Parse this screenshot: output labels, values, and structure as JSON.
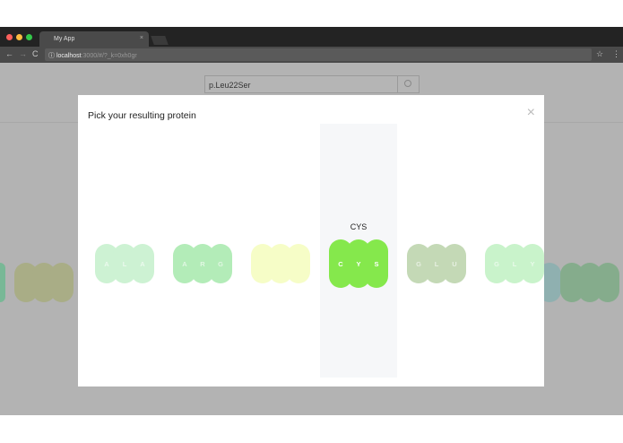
{
  "browser": {
    "tab_title": "My App",
    "tab_close": "×",
    "url_host": "localhost",
    "url_rest": ":3000/#/?_k=0xh0gr",
    "back": "←",
    "forward": "→",
    "reload": "C",
    "info": "ⓘ",
    "star": "☆",
    "menu": "⋮"
  },
  "search": {
    "value": "p.Leu22Ser",
    "icon": "search-icon"
  },
  "modal": {
    "title": "Pick your resulting protein",
    "close": "×",
    "selected_label": "CYS"
  },
  "options": [
    {
      "letters": [
        "A",
        "L",
        "A"
      ],
      "color": "#cdf2d3"
    },
    {
      "letters": [
        "A",
        "R",
        "G"
      ],
      "color": "#b3ecb8"
    },
    {
      "letters": [
        "",
        "",
        ""
      ],
      "color": "#f6fdc7"
    },
    {
      "letters": [
        "C",
        "Y",
        "S"
      ],
      "color": "#85e84c",
      "selected": true
    },
    {
      "letters": [
        "G",
        "L",
        "U"
      ],
      "color": "#c4d9b6"
    },
    {
      "letters": [
        "G",
        "L",
        "Y"
      ],
      "color": "#c9f3cb"
    }
  ],
  "background_options": [
    {
      "color": "#78b896"
    },
    {
      "color": "#a9ad86"
    },
    {
      "color": "#8fb0b0"
    },
    {
      "color": "#85ac8c"
    }
  ]
}
